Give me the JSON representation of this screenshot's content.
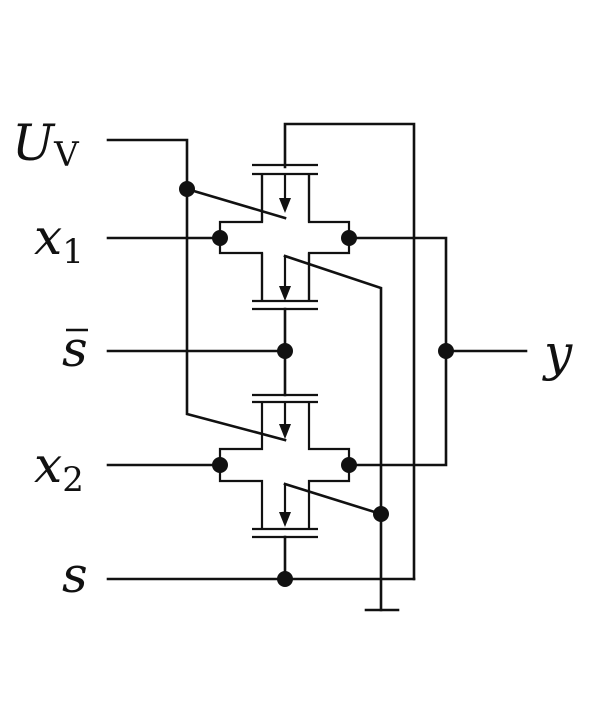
{
  "labels": {
    "uv": {
      "main": "U",
      "sub": "V"
    },
    "x1": {
      "main": "x",
      "sub": "1"
    },
    "sbar": {
      "main": "s"
    },
    "x2": {
      "main": "x",
      "sub": "2"
    },
    "s": {
      "main": "s"
    },
    "y": {
      "main": "y"
    }
  }
}
